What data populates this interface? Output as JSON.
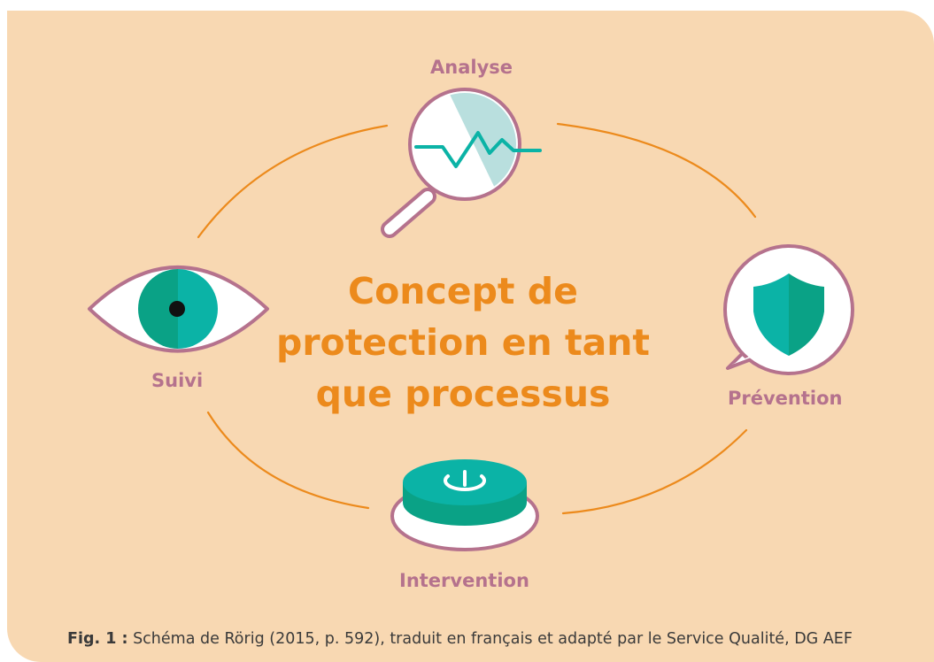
{
  "diagram": {
    "center_title_lines": [
      "Concept de",
      "protection en tant",
      "que processus"
    ],
    "nodes": {
      "analyse": {
        "label": "Analyse",
        "icon": "magnifier-chart-icon"
      },
      "prevention": {
        "label": "Prévention",
        "icon": "shield-speech-bubble-icon"
      },
      "intervention": {
        "label": "Intervention",
        "icon": "power-button-icon"
      },
      "suivi": {
        "label": "Suivi",
        "icon": "eye-icon"
      }
    },
    "colors": {
      "background": "#f8d8b2",
      "arc": "#ec8a1c",
      "title": "#ec8a1c",
      "label": "#b5728d",
      "outline": "#b5728d",
      "teal": "#0bb3a6",
      "dark_teal": "#0aa286",
      "light_teal": "#b9dfde"
    }
  },
  "caption": {
    "prefix": "Fig. 1 :",
    "text": "Schéma de Rörig (2015, p. 592), traduit en français et adapté par le Service Qualité, DG AEF"
  }
}
